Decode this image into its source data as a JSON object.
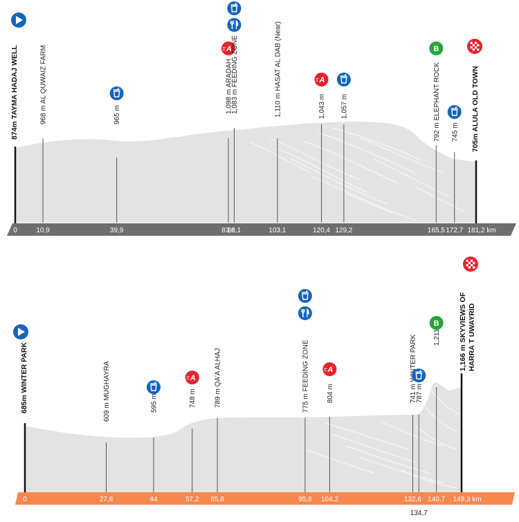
{
  "colors": {
    "profile_fill": "#e3e3e3",
    "terrain_stroke": "#f7f7f7",
    "stage1_band": "#6e6e6e",
    "stage2_band": "#f6874f",
    "water_badge": "#1565b8",
    "sprint_badge": "#e5232e",
    "bonus_badge": "#2aa33a",
    "finish_badge": "#e5232e",
    "marker_line": "#555555"
  },
  "stage1": {
    "start_label": "874m TAYMA HADAJ WELL",
    "finish_label": "705m ALULA OLD TOWN",
    "unit": "km",
    "ticks": [
      {
        "km": "0"
      },
      {
        "km": "10,9"
      },
      {
        "km": "39,9"
      },
      {
        "km": "83,8"
      },
      {
        "km": "86,1"
      },
      {
        "km": "103,1"
      },
      {
        "km": "120,4"
      },
      {
        "km": "129,2"
      },
      {
        "km": "165,5"
      },
      {
        "km": "172,7"
      },
      {
        "km": "181,2"
      }
    ],
    "points": [
      {
        "km": 10.9,
        "label": "968 m AL QUWAIZ FARM",
        "icons": []
      },
      {
        "km": 39.9,
        "label": "965 m",
        "icons": [
          "water"
        ]
      },
      {
        "km": 83.8,
        "label": "1,098 m ARADAH",
        "icons": [
          "sprint"
        ]
      },
      {
        "km": 86.1,
        "label": "1,083  m FEEDING ZONE",
        "icons": [
          "water",
          "feed"
        ]
      },
      {
        "km": 103.1,
        "label": "1,110  m HASAT AL DAB (Near)",
        "icons": []
      },
      {
        "km": 120.4,
        "label": "1,043 m",
        "icons": [
          "sprint"
        ]
      },
      {
        "km": 129.2,
        "label": "1,057 m",
        "icons": [
          "water"
        ]
      },
      {
        "km": 165.5,
        "label": "792 m ELEPHANT ROCK",
        "icons": [
          "bonus"
        ]
      },
      {
        "km": 172.7,
        "label": "745 m",
        "icons": [
          "water"
        ]
      }
    ]
  },
  "stage2": {
    "start_label": "685m WINTER PARK",
    "finish_label_line1": "1,166 m SKYVIEWS OF",
    "finish_label_line2": "HARRA   T UWAYRID",
    "unit": "km",
    "ticks": [
      {
        "km": "0"
      },
      {
        "km": "27,8"
      },
      {
        "km": "44"
      },
      {
        "km": "57,2"
      },
      {
        "km": "65,8"
      },
      {
        "km": "95,8"
      },
      {
        "km": "104,2"
      },
      {
        "km": "132,6"
      },
      {
        "km": "134,7"
      },
      {
        "km": "140,7"
      },
      {
        "km": "149,3"
      }
    ],
    "points": [
      {
        "km": 27.8,
        "label": "609 m MUGHAYRA",
        "icons": []
      },
      {
        "km": 44,
        "label": "595 m",
        "icons": [
          "water"
        ]
      },
      {
        "km": 57.2,
        "label": "748 m",
        "icons": [
          "sprint"
        ]
      },
      {
        "km": 65.8,
        "label": "789 m QA'A ALHAJ",
        "icons": []
      },
      {
        "km": 95.8,
        "label": "775 m FEEDING ZONE",
        "icons": [
          "water",
          "feed"
        ]
      },
      {
        "km": 104.2,
        "label": "804 m",
        "icons": [
          "sprint"
        ]
      },
      {
        "km": 132.6,
        "label": "741 m WINTER PARK",
        "icons": []
      },
      {
        "km": 134.7,
        "label": "787 m",
        "icons": [
          "water"
        ]
      },
      {
        "km": 140.7,
        "label": "1,211  m",
        "icons": [
          "bonus"
        ]
      }
    ]
  },
  "icons": {
    "water": "drink-cup-icon",
    "feed": "fork-knife-icon",
    "sprint": "sprint-a-icon",
    "bonus": "bonus-b-icon",
    "start": "play-arrow-icon",
    "finish": "checkered-flag-icon"
  },
  "badge_text": {
    "sprint": "A",
    "bonus": "B"
  }
}
